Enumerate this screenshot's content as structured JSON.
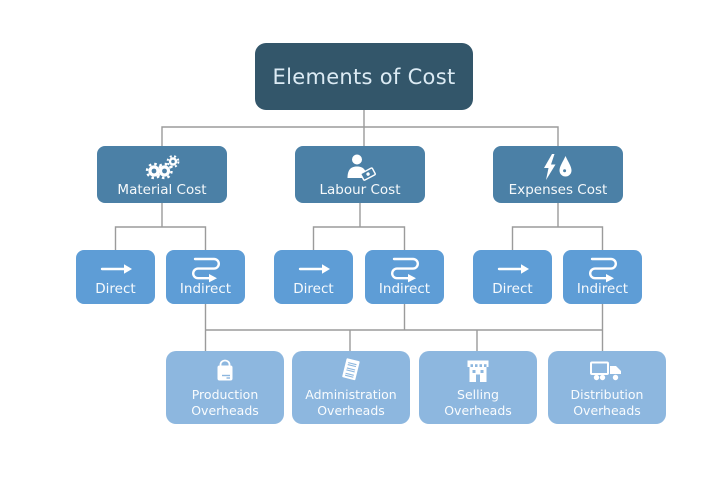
{
  "root": {
    "label": "Elements of Cost"
  },
  "categories": [
    {
      "label": "Material Cost",
      "icon": "gears-icon",
      "children": [
        {
          "label": "Direct",
          "icon": "straight-arrow-icon"
        },
        {
          "label": "Indirect",
          "icon": "winding-arrow-icon"
        }
      ]
    },
    {
      "label": "Labour Cost",
      "icon": "worker-wage-icon",
      "children": [
        {
          "label": "Direct",
          "icon": "straight-arrow-icon"
        },
        {
          "label": "Indirect",
          "icon": "winding-arrow-icon"
        }
      ]
    },
    {
      "label": "Expenses Cost",
      "icon": "bolt-waterdrop-icon",
      "children": [
        {
          "label": "Direct",
          "icon": "straight-arrow-icon"
        },
        {
          "label": "Indirect",
          "icon": "winding-arrow-icon"
        }
      ]
    }
  ],
  "overheads": [
    {
      "label": "Production Overheads",
      "icon": "supply-bag-icon"
    },
    {
      "label": "Administration Overheads",
      "icon": "document-icon"
    },
    {
      "label": "Selling Overheads",
      "icon": "storefront-icon"
    },
    {
      "label": "Distribution Overheads",
      "icon": "delivery-truck-icon"
    }
  ],
  "colors": {
    "level1": "#33566a",
    "level2": "#4b80a6",
    "level3": "#5e9dd6",
    "level4": "#8db7df",
    "connector": "#9b9b9b"
  }
}
